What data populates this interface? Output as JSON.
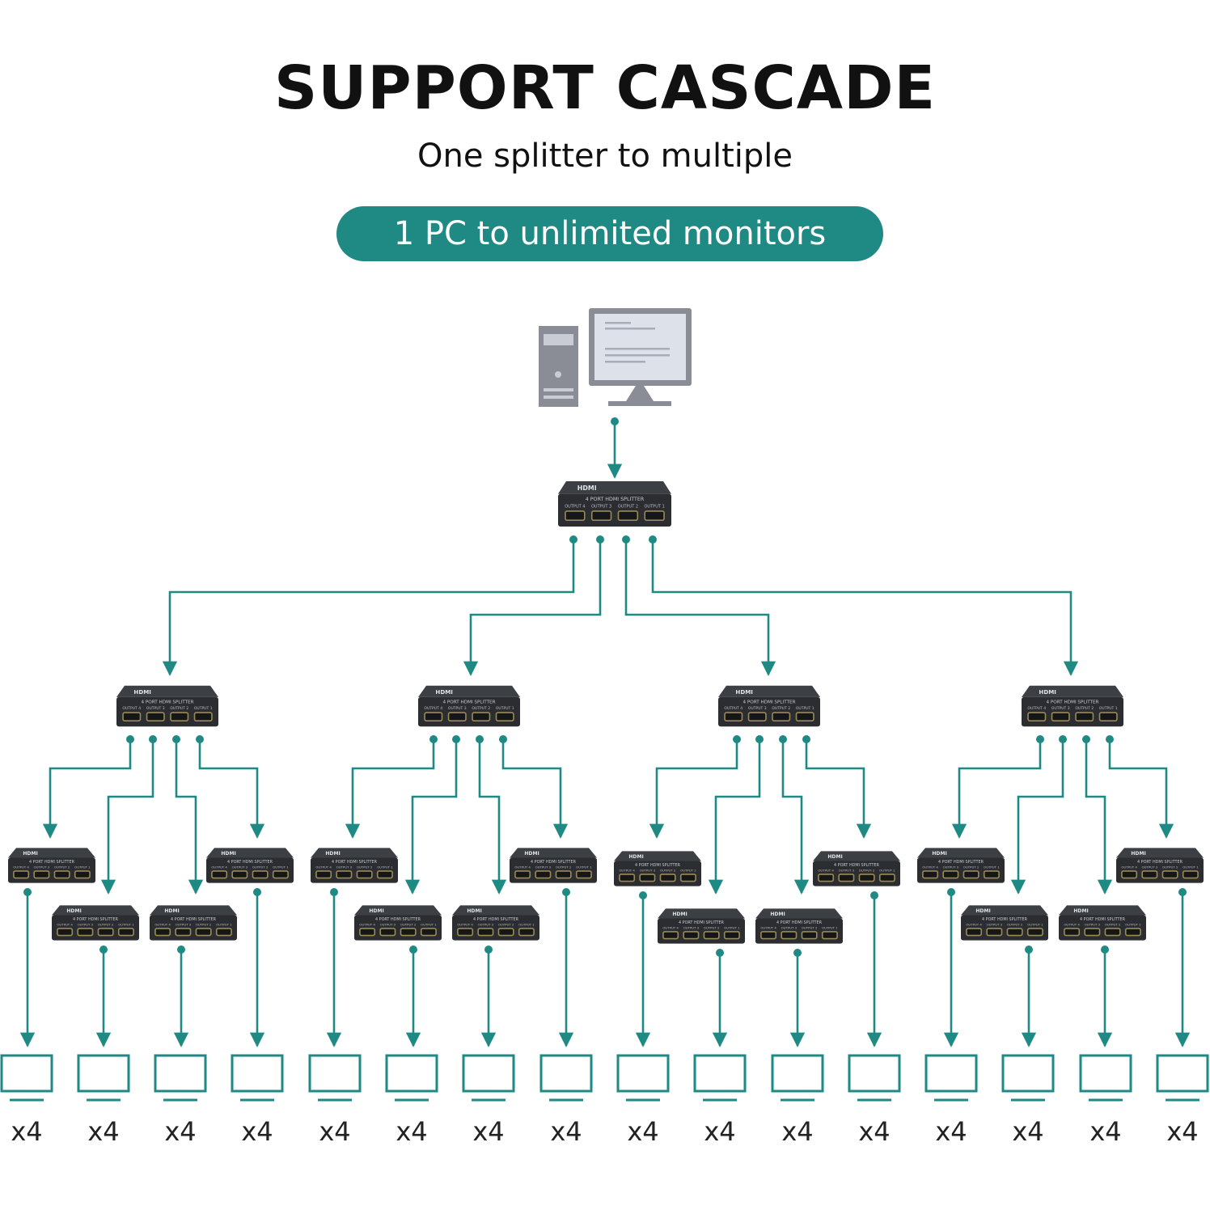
{
  "header": {
    "title": "SUPPORT CASCADE",
    "subtitle": "One splitter to multiple",
    "badge": "1 PC to unlimited monitors"
  },
  "colors": {
    "accent": "#1f8a84",
    "splitter_body": "#2b2d30",
    "splitter_top": "#3c3f44",
    "port": "#9a8a55",
    "pc": "#8a8d96",
    "pc_light": "#c9ccd4"
  },
  "icons": {
    "source": "desktop-pc-icon",
    "device": "hdmi-splitter-icon",
    "display": "monitor-icon"
  },
  "splitter_text": {
    "brand": "HDMI",
    "model": "4 PORT HDMI SPLITTER",
    "ports": [
      "OUTPUT 4",
      "OUTPUT 3",
      "OUTPUT 2",
      "OUTPUT 1"
    ]
  },
  "monitor_label": "x4",
  "monitor_count": 16
}
